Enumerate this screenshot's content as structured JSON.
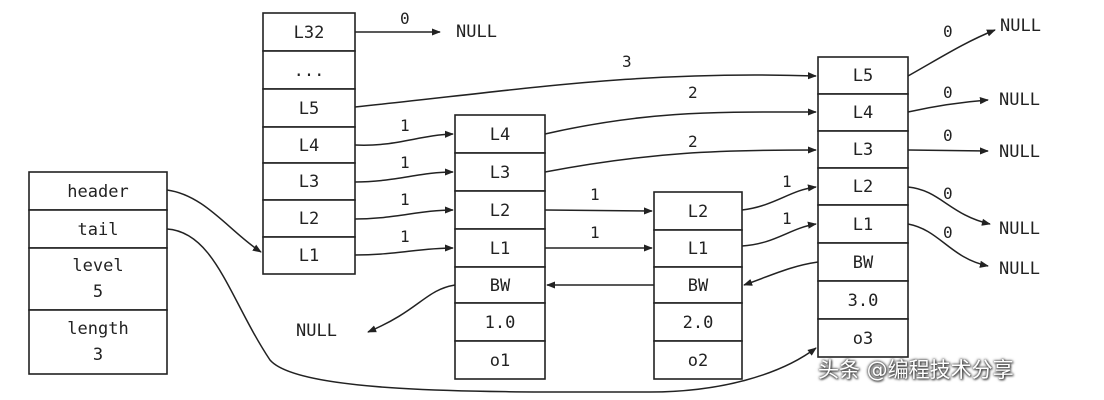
{
  "list_header": {
    "header": "header",
    "tail": "tail",
    "level_label": "level",
    "level_value": "5",
    "length_label": "length",
    "length_value": "3"
  },
  "header_node": {
    "levels": [
      "L32",
      "...",
      "L5",
      "L4",
      "L3",
      "L2",
      "L1"
    ]
  },
  "node1": {
    "levels": [
      "L4",
      "L3",
      "L2",
      "L1"
    ],
    "backward": "BW",
    "score": "1.0",
    "obj": "o1"
  },
  "node2": {
    "levels": [
      "L2",
      "L1"
    ],
    "backward": "BW",
    "score": "2.0",
    "obj": "o2"
  },
  "node3": {
    "levels": [
      "L5",
      "L4",
      "L3",
      "L2",
      "L1"
    ],
    "backward": "BW",
    "score": "3.0",
    "obj": "o3"
  },
  "null_text": "NULL",
  "spans": {
    "head_l32": "0",
    "head_l5": "3",
    "head_l4": "1",
    "head_l3": "1",
    "head_l2": "1",
    "head_l1": "1",
    "n1_l4": "2",
    "n1_l3": "2",
    "n1_l2": "1",
    "n1_l1": "1",
    "n2_l2": "1",
    "n2_l1": "1",
    "n3_l5": "0",
    "n3_l4": "0",
    "n3_l3": "0",
    "n3_l2": "0",
    "n3_l1": "0"
  },
  "watermark": "头条 @编程技术分享"
}
